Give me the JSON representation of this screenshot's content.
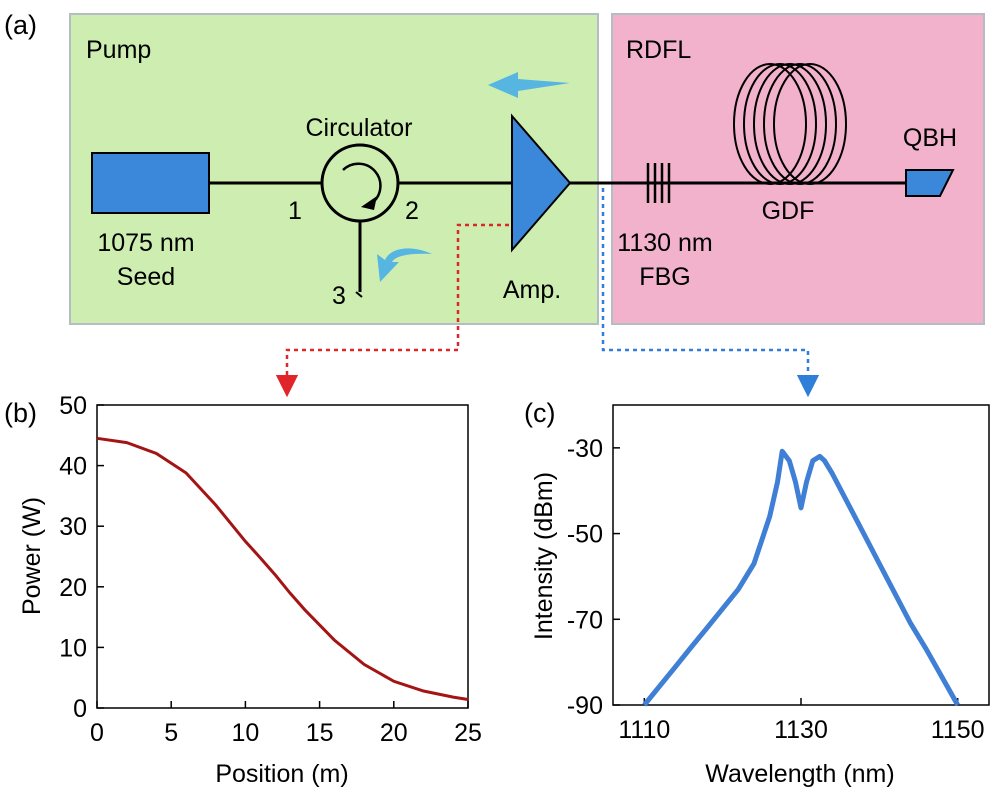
{
  "panels": {
    "a": "(a)",
    "b": "(b)",
    "c": "(c)"
  },
  "setup": {
    "pump_label": "Pump",
    "rdfl_label": "RDFL",
    "circulator_label": "Circulator",
    "port1": "1",
    "port2": "2",
    "port3": "3",
    "seed_line1": "1075 nm",
    "seed_line2": "Seed",
    "amp_label": "Amp.",
    "fbg_line1": "1130 nm",
    "fbg_line2": "FBG",
    "gdf_label": "GDF",
    "qbh_label": "QBH"
  },
  "colors": {
    "pump_box": "#cdeeb0",
    "rdfl_box": "#f2b2cb",
    "component_blue": "#3b87d9",
    "arrow_cyan": "#4aaee8",
    "power_curve": "#a31515",
    "spectrum": "#3f7fd6",
    "red_link": "#e0262b",
    "blue_link": "#2f7fd8"
  },
  "chart_data": [
    {
      "type": "line",
      "panel": "(b)",
      "title": "",
      "xlabel": "Position (m)",
      "ylabel": "Power (W)",
      "xlim": [
        0,
        25
      ],
      "ylim": [
        0,
        50
      ],
      "xticks": [
        0,
        5,
        10,
        15,
        20,
        25
      ],
      "yticks": [
        0,
        10,
        20,
        30,
        40,
        50
      ],
      "series": [
        {
          "x": [
            0,
            2,
            4,
            6,
            8,
            10,
            11,
            12,
            13,
            14,
            16,
            18,
            20,
            22,
            24,
            25
          ],
          "y": [
            44.5,
            43.8,
            42.0,
            38.8,
            33.5,
            27.5,
            24.8,
            22.0,
            19.0,
            16.2,
            11.2,
            7.2,
            4.4,
            2.8,
            1.8,
            1.4
          ]
        }
      ]
    },
    {
      "type": "line",
      "panel": "(c)",
      "title": "",
      "xlabel": "Wavelength (nm)",
      "ylabel": "Intensity (dBm)",
      "xlim": [
        1106,
        1154
      ],
      "ylim": [
        -90,
        -20
      ],
      "xticks": [
        1110,
        1130,
        1150
      ],
      "yticks": [
        -30,
        -50,
        -70,
        -90
      ],
      "series": [
        {
          "x": [
            1110,
            1112,
            1114,
            1116,
            1118,
            1120,
            1122,
            1124,
            1126,
            1127,
            1127.6,
            1128.5,
            1129.3,
            1130,
            1130.7,
            1131.5,
            1132.4,
            1133,
            1134,
            1136,
            1138,
            1140,
            1142,
            1144,
            1146,
            1148,
            1150
          ],
          "y": [
            -90,
            -85.5,
            -81,
            -76.5,
            -72,
            -67.5,
            -63,
            -57,
            -46,
            -38,
            -30.8,
            -33,
            -38,
            -44,
            -38,
            -33,
            -32,
            -33,
            -36,
            -43,
            -50,
            -57,
            -64,
            -71,
            -77,
            -83.5,
            -90
          ]
        }
      ]
    }
  ]
}
